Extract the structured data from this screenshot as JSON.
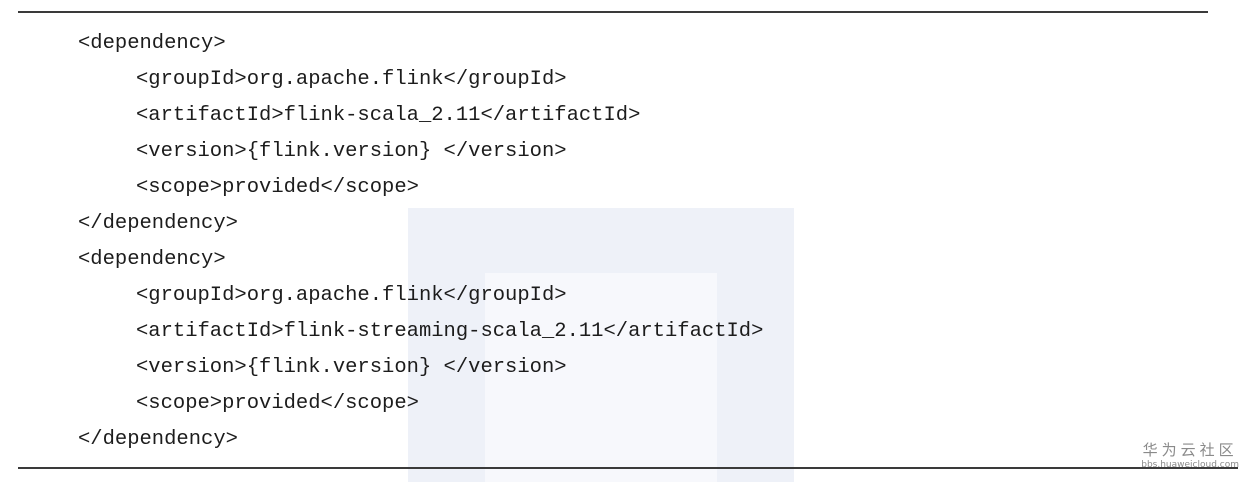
{
  "code": {
    "lines": [
      {
        "text": "<dependency>",
        "indent": 0
      },
      {
        "text": "<groupId>org.apache.flink</groupId>",
        "indent": 1
      },
      {
        "text": "<artifactId>flink-scala_2.11</artifactId>",
        "indent": 1
      },
      {
        "text": "<version>{flink.version} </version>",
        "indent": 1
      },
      {
        "text": "<scope>provided</scope>",
        "indent": 1
      },
      {
        "text": "</dependency>",
        "indent": 0
      },
      {
        "text": "<dependency>",
        "indent": 0
      },
      {
        "text": "<groupId>org.apache.flink</groupId>",
        "indent": 1
      },
      {
        "text": "<artifactId>flink-streaming-scala_2.11</artifactId>",
        "indent": 1
      },
      {
        "text": "<version>{flink.version} </version>",
        "indent": 1
      },
      {
        "text": "<scope>provided</scope>",
        "indent": 1
      },
      {
        "text": "</dependency>",
        "indent": 0
      }
    ]
  },
  "watermark": {
    "title": "华为云社区",
    "url": "bbs.huaweicloud.com"
  },
  "colors": {
    "text": "#1c1c1c",
    "rule": "#3a3a3a",
    "watermark_block": "#eef1f8",
    "corner_mark": "#8a8a8a"
  }
}
